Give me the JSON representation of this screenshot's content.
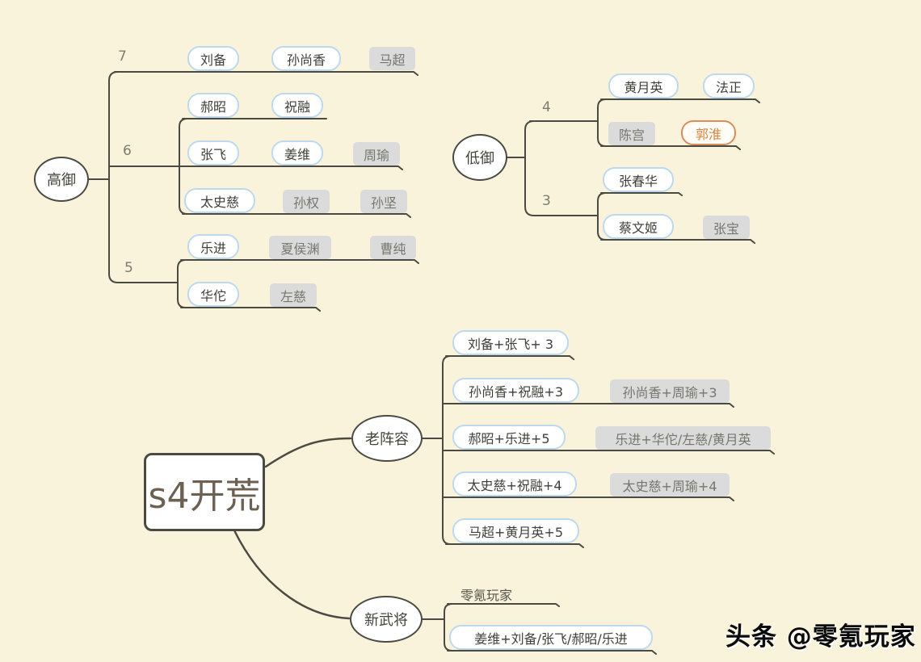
{
  "background": "#FAF3DB",
  "colors": {
    "line": "#4A4A42",
    "pill_border": "#BDD9EE",
    "pill_text": "#40403A",
    "gray_fill": "#DBDBDB",
    "gray_text": "#76766E",
    "highlight_orange": "#DB8C58",
    "root_text": "#6B6052"
  },
  "root": {
    "label": "s4开荒"
  },
  "high": {
    "label": "高御",
    "b7": {
      "num": "7",
      "liubei": "刘备",
      "sunshangxiang": "孙尚香",
      "machao": "马超"
    },
    "b6": {
      "num": "6",
      "haozhao": "郝昭",
      "zhurong": "祝融",
      "zhangfei": "张飞",
      "jiangwei": "姜维",
      "zhouyu": "周瑜",
      "taishici": "太史慈",
      "sunquan": "孙权",
      "sunjian": "孙坚"
    },
    "b5": {
      "num": "5",
      "lejin": "乐进",
      "xiahouyuan": "夏侯渊",
      "caochun": "曹纯",
      "huatuo": "华佗",
      "zuoci": "左慈"
    }
  },
  "low": {
    "label": "低御",
    "b4": {
      "num": "4",
      "huangyueying": "黄月英",
      "fazheng": "法正",
      "chengong": "陈宫",
      "guohuai": "郭淮"
    },
    "b3": {
      "num": "3",
      "zhangchunhua": "张春华",
      "caiwenji": "蔡文姬",
      "zhangbao": "张宝"
    }
  },
  "old": {
    "label": "老阵容",
    "r1": "刘备+张飞+ 3",
    "r2": "孙尚香+祝融+3",
    "r2b": "孙尚香+周瑜+3",
    "r3": "郝昭+乐进+5",
    "r3b": "乐进+华佗/左慈/黄月英",
    "r4": "太史慈+祝融+4",
    "r4b": "太史慈+周瑜+4",
    "r5": "马超+黄月英+5"
  },
  "new": {
    "label": "新武将",
    "note": "零氪玩家",
    "combo": "姜维+刘备/张飞/郝昭/乐进"
  },
  "watermark": {
    "text": "头条 @零氪玩家"
  }
}
